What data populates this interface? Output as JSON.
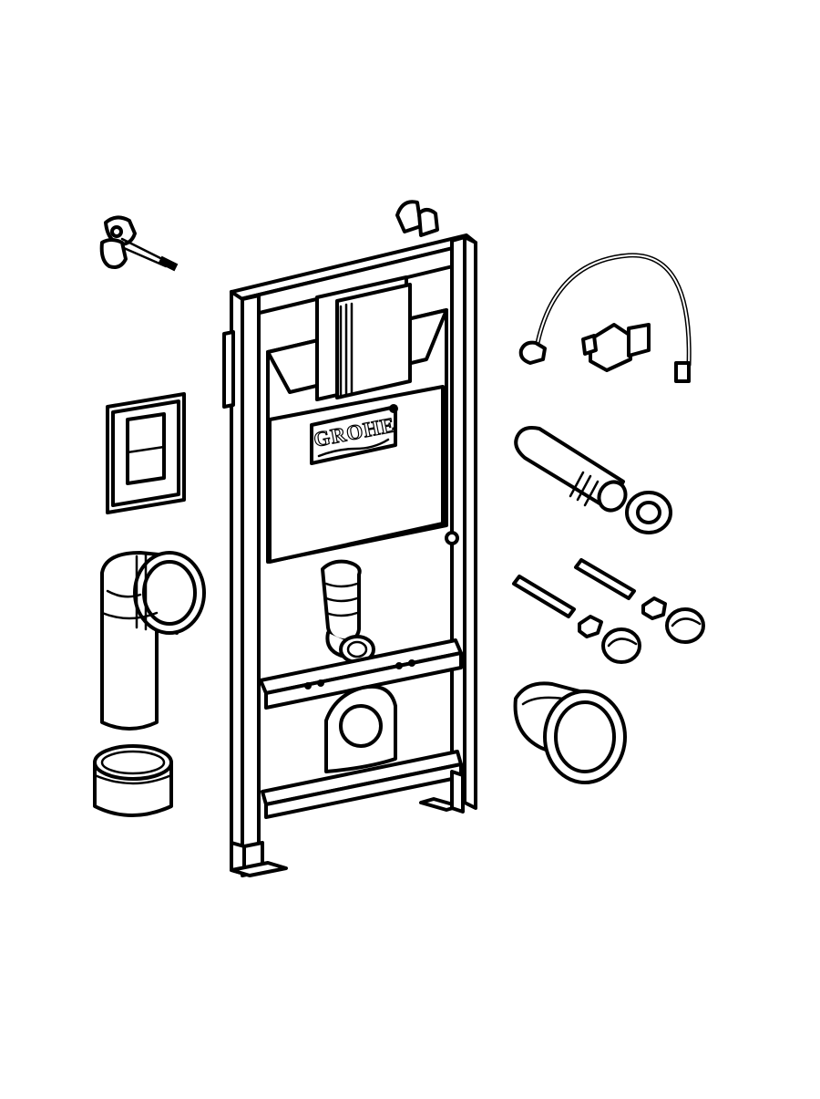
{
  "diagram": {
    "brand_logo_text": "GROHE",
    "colors": {
      "line": "#000000",
      "background": "#ffffff"
    },
    "parts": [
      {
        "name": "installation-frame-with-cistern"
      },
      {
        "name": "wall-bracket-hooks"
      },
      {
        "name": "flush-plate"
      },
      {
        "name": "toilet-connection-bend"
      },
      {
        "name": "pipe-sleeve"
      },
      {
        "name": "supply-hose-with-angle-valve"
      },
      {
        "name": "straight-connector-pipe"
      },
      {
        "name": "rubber-seal-ring"
      },
      {
        "name": "mounting-bolts-and-caps"
      },
      {
        "name": "connection-sleeve"
      }
    ]
  }
}
